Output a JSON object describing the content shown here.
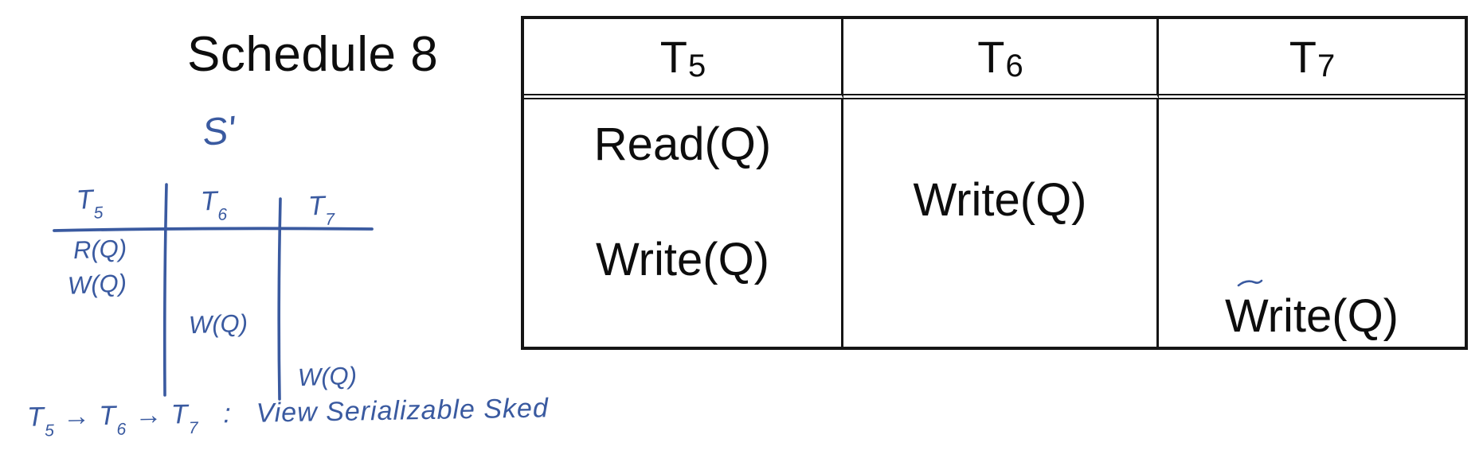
{
  "page": {
    "background": "#ffffff",
    "printed_text_color": "#0d0d0d",
    "handwriting_ink_color": "#3a5aa0"
  },
  "title": "Schedule 8",
  "printed_table": {
    "headers": [
      {
        "base": "T",
        "sub": "5"
      },
      {
        "base": "T",
        "sub": "6"
      },
      {
        "base": "T",
        "sub": "7"
      }
    ],
    "t5": {
      "read": "Read(Q)",
      "write": "Write(Q)"
    },
    "t6": {
      "write": "Write(Q)"
    },
    "t7": {
      "write": "Write(Q)",
      "mark_icon": "tilde-annotation-mark"
    }
  },
  "handwriting": {
    "schedule_name": "S'",
    "headers": [
      {
        "base": "T",
        "sub": "5"
      },
      {
        "base": "T",
        "sub": "6"
      },
      {
        "base": "T",
        "sub": "7"
      }
    ],
    "t5_read": "R(Q)",
    "t5_write": "W(Q)",
    "t6_write": "W(Q)",
    "t7_write": "W(Q)",
    "note": {
      "t1_base": "T",
      "t1_sub": "5",
      "arrow1": "→",
      "t2_base": "T",
      "t2_sub": "6",
      "arrow2": "→",
      "t3_base": "T",
      "t3_sub": "7",
      "colon": ":",
      "text": "View Serializable Sked"
    }
  }
}
